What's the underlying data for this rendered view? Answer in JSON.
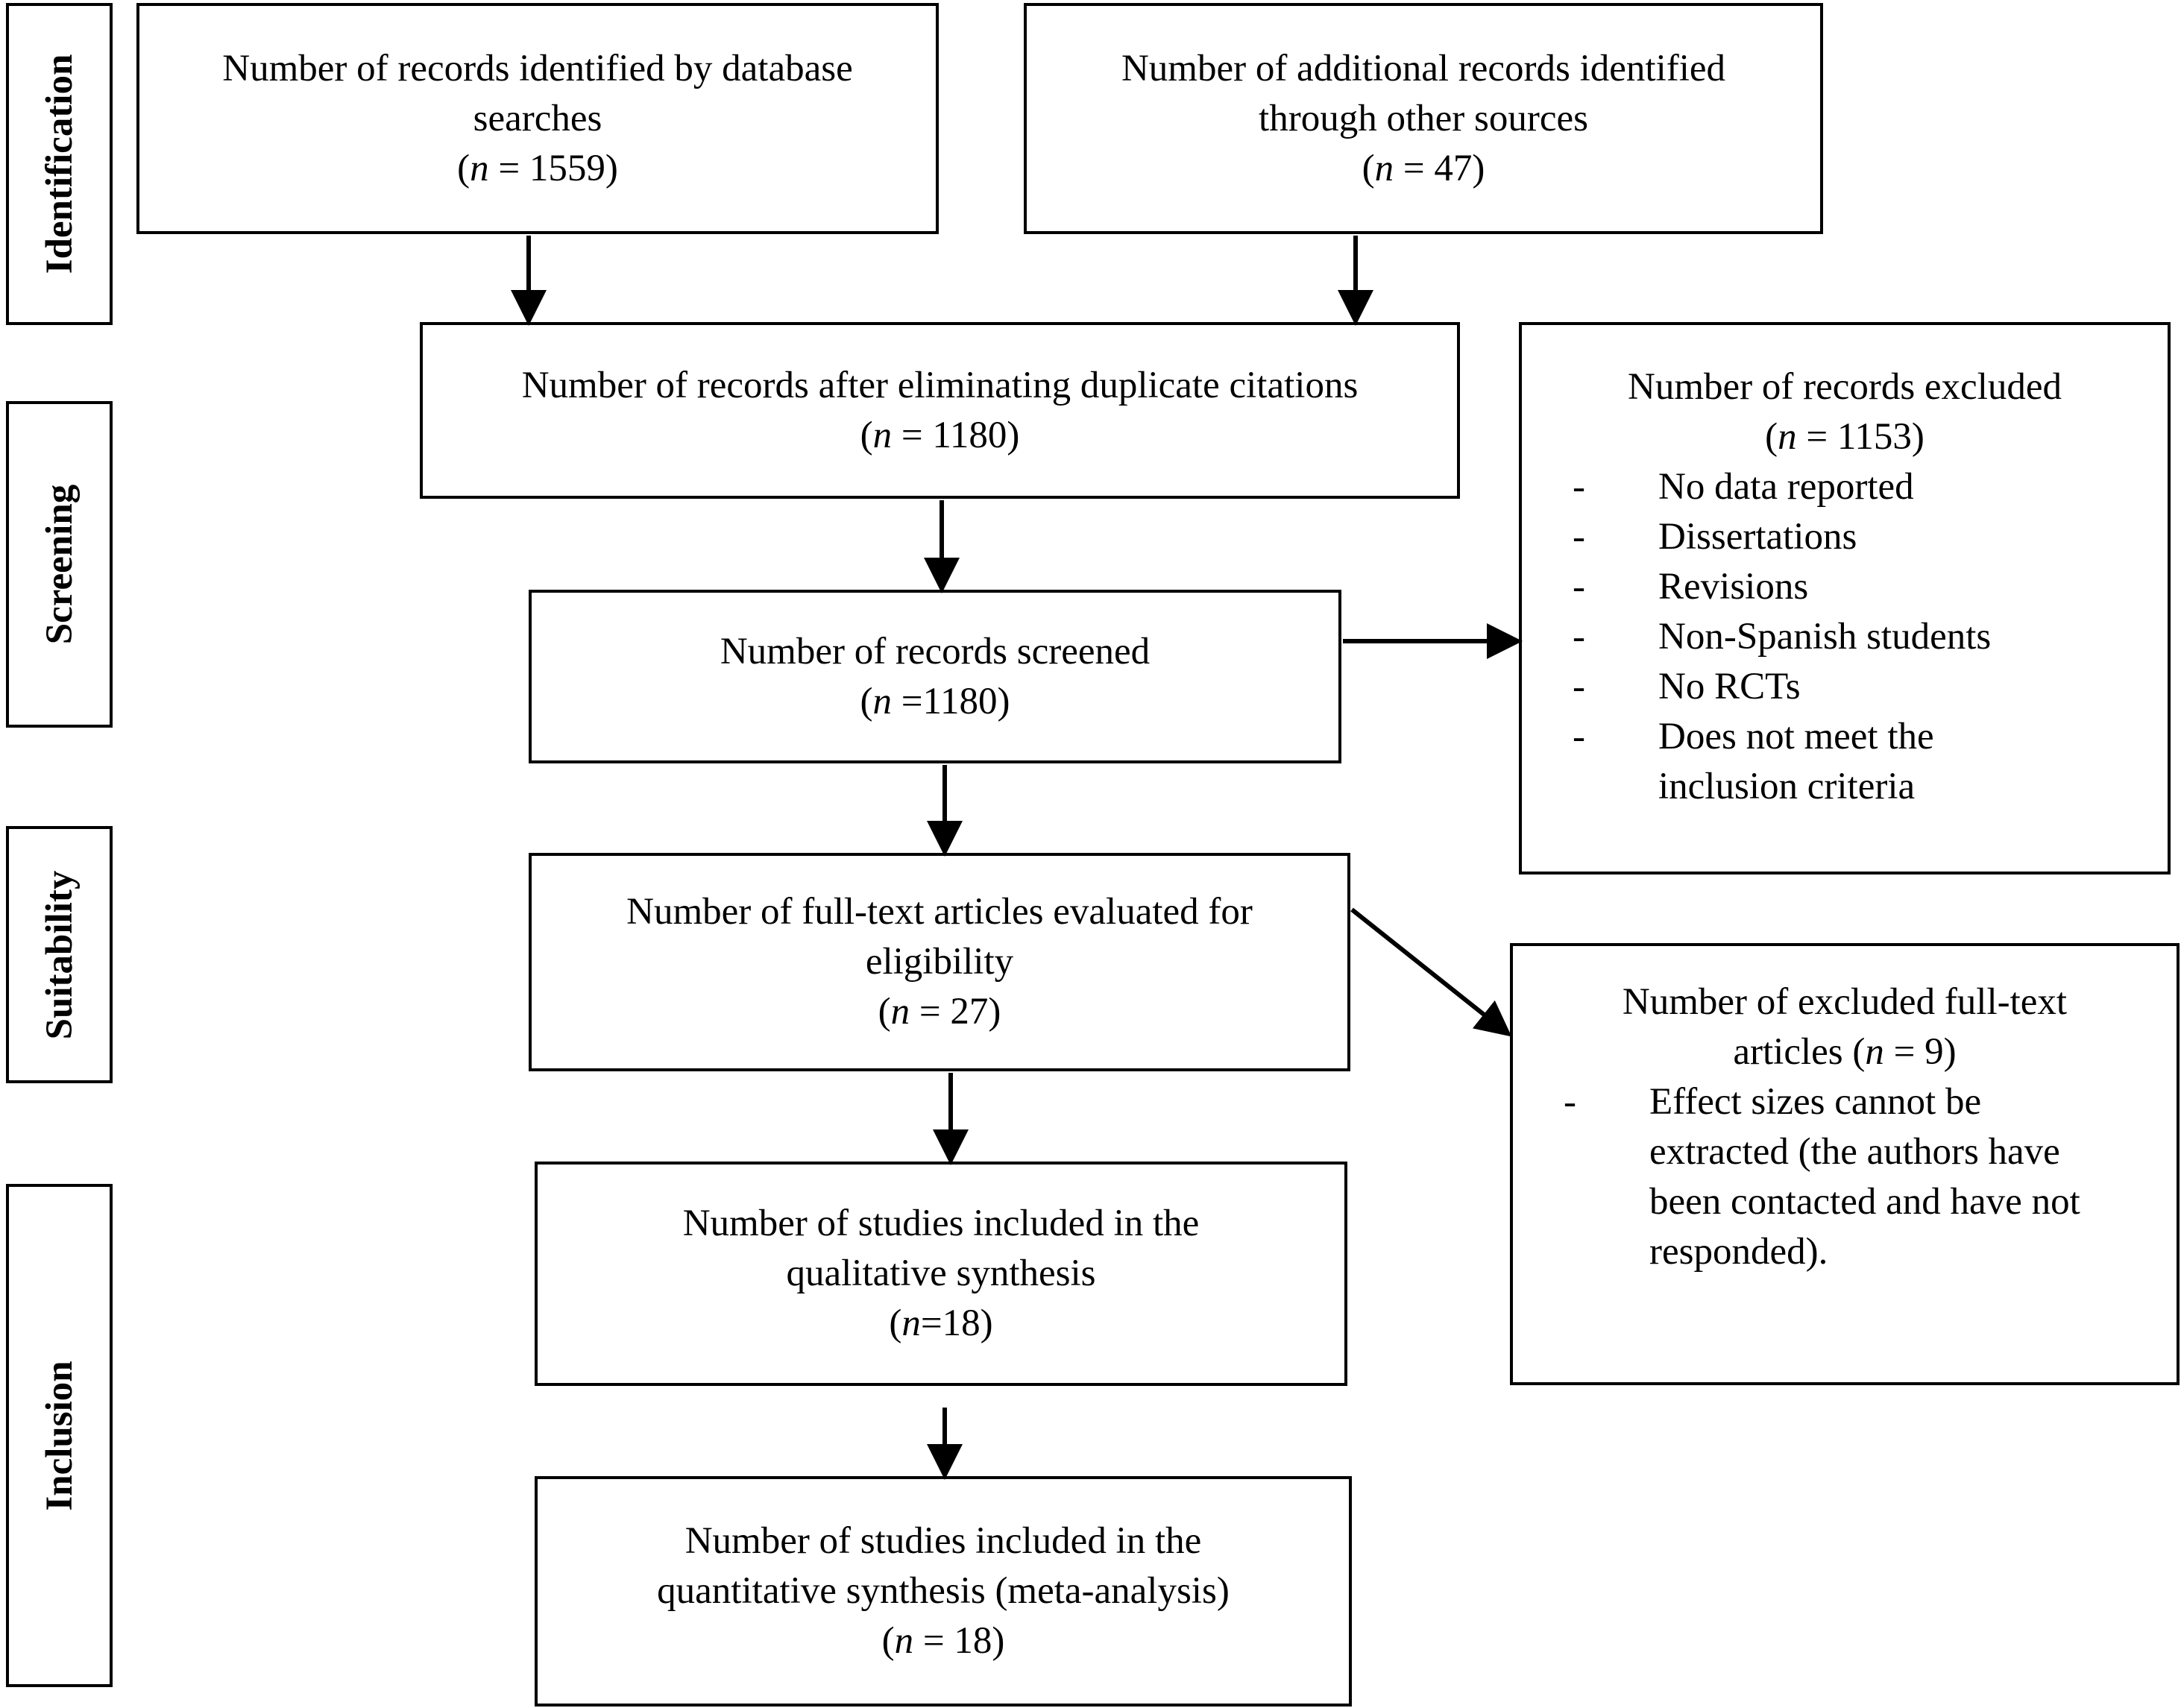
{
  "stages": {
    "identification": "Identification",
    "screening": "Screening",
    "suitability": "Suitability",
    "inclusion": "Inclusion"
  },
  "boxes": {
    "database": {
      "line1": "Number of records identified by database",
      "line2": "searches",
      "n_prefix": "(",
      "n_var": "n",
      "n_rest": " = 1559)"
    },
    "additional": {
      "line1": "Number of additional records identified",
      "line2": "through other sources",
      "n_prefix": "(",
      "n_var": "n",
      "n_rest": " = 47)"
    },
    "duplicates": {
      "line1": "Number of records after eliminating duplicate citations",
      "n_prefix": "(",
      "n_var": "n",
      "n_rest": " = 1180)"
    },
    "screened": {
      "line1": "Number of records screened",
      "n_prefix": "(",
      "n_var": "n",
      "n_rest": " =1180)"
    },
    "fulltext": {
      "line1": "Number of full-text articles evaluated for",
      "line2": "eligibility",
      "n_prefix": "(",
      "n_var": "n",
      "n_rest": " = 27)"
    },
    "qualitative": {
      "line1": "Number of studies included in the",
      "line2": "qualitative synthesis",
      "n_prefix": "(",
      "n_var": "n",
      "n_rest": "=18)"
    },
    "quantitative": {
      "line1": "Number of studies included in the",
      "line2": "quantitative synthesis (meta-analysis)",
      "n_prefix": "(",
      "n_var": "n",
      "n_rest": " = 18)"
    }
  },
  "excluded_records": {
    "title": "Number of records excluded",
    "n_prefix": "(",
    "n_var": "n",
    "n_rest": " = 1153)",
    "dash": "-",
    "items": [
      "No data reported",
      "Dissertations",
      "Revisions",
      "Non-Spanish students",
      "No RCTs",
      "Does not meet the",
      "inclusion criteria"
    ]
  },
  "excluded_fulltext": {
    "title": "Number of excluded full-text",
    "title2_a": "articles (",
    "n_var": "n",
    "title2_b": " = 9)",
    "dash": "-",
    "items": [
      "Effect sizes cannot be",
      "extracted (the authors have",
      "been contacted and have not",
      "responded)."
    ]
  }
}
